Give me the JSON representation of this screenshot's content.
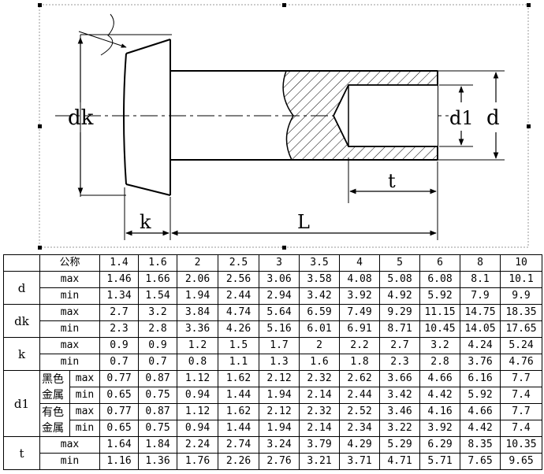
{
  "drawing": {
    "labels": {
      "dk": "dk",
      "d1": "d1",
      "d": "d",
      "t": "t",
      "k": "k",
      "L": "L"
    }
  },
  "table": {
    "header": {
      "label": "公称",
      "sizes": [
        "1.4",
        "1.6",
        "2",
        "2.5",
        "3",
        "3.5",
        "4",
        "5",
        "6",
        "8",
        "10"
      ]
    },
    "groups": {
      "d": {
        "name": "d",
        "rows": [
          {
            "sub": "max",
            "values": [
              "1.46",
              "1.66",
              "2.06",
              "2.56",
              "3.06",
              "3.58",
              "4.08",
              "5.08",
              "6.08",
              "8.1",
              "10.1"
            ]
          },
          {
            "sub": "min",
            "values": [
              "1.34",
              "1.54",
              "1.94",
              "2.44",
              "2.94",
              "3.42",
              "3.92",
              "4.92",
              "5.92",
              "7.9",
              "9.9"
            ]
          }
        ]
      },
      "dk": {
        "name": "dk",
        "rows": [
          {
            "sub": "max",
            "values": [
              "2.7",
              "3.2",
              "3.84",
              "4.74",
              "5.64",
              "6.59",
              "7.49",
              "9.29",
              "11.15",
              "14.75",
              "18.35"
            ]
          },
          {
            "sub": "min",
            "values": [
              "2.3",
              "2.8",
              "3.36",
              "4.26",
              "5.16",
              "6.01",
              "6.91",
              "8.71",
              "10.45",
              "14.05",
              "17.65"
            ]
          }
        ]
      },
      "k": {
        "name": "k",
        "rows": [
          {
            "sub": "max",
            "values": [
              "0.9",
              "0.9",
              "1.2",
              "1.5",
              "1.7",
              "2",
              "2.2",
              "2.7",
              "3.2",
              "4.24",
              "5.24"
            ]
          },
          {
            "sub": "min",
            "values": [
              "0.7",
              "0.7",
              "0.8",
              "1.1",
              "1.3",
              "1.6",
              "1.8",
              "2.3",
              "2.8",
              "3.76",
              "4.76"
            ]
          }
        ]
      },
      "d1": {
        "name": "d1",
        "black_material": "黑色金属",
        "colored_material": "有色金属",
        "rows": [
          {
            "sub": "max",
            "values": [
              "0.77",
              "0.87",
              "1.12",
              "1.62",
              "2.12",
              "2.32",
              "2.62",
              "3.66",
              "4.66",
              "6.16",
              "7.7"
            ]
          },
          {
            "sub": "min",
            "values": [
              "0.65",
              "0.75",
              "0.94",
              "1.44",
              "1.94",
              "2.14",
              "2.44",
              "3.42",
              "4.42",
              "5.92",
              "7.4"
            ]
          },
          {
            "sub": "max",
            "values": [
              "0.77",
              "0.87",
              "1.12",
              "1.62",
              "2.12",
              "2.32",
              "2.52",
              "3.46",
              "4.16",
              "4.66",
              "7.7"
            ]
          },
          {
            "sub": "min",
            "values": [
              "0.65",
              "0.75",
              "0.94",
              "1.44",
              "1.94",
              "2.14",
              "2.34",
              "3.22",
              "3.92",
              "4.42",
              "7.4"
            ]
          }
        ]
      },
      "t": {
        "name": "t",
        "rows": [
          {
            "sub": "max",
            "values": [
              "1.64",
              "1.84",
              "2.24",
              "2.74",
              "3.24",
              "3.79",
              "4.29",
              "5.29",
              "6.29",
              "8.35",
              "10.35"
            ]
          },
          {
            "sub": "min",
            "values": [
              "1.16",
              "1.36",
              "1.76",
              "2.26",
              "2.76",
              "3.21",
              "3.71",
              "4.71",
              "5.71",
              "7.65",
              "9.65"
            ]
          }
        ]
      }
    }
  }
}
